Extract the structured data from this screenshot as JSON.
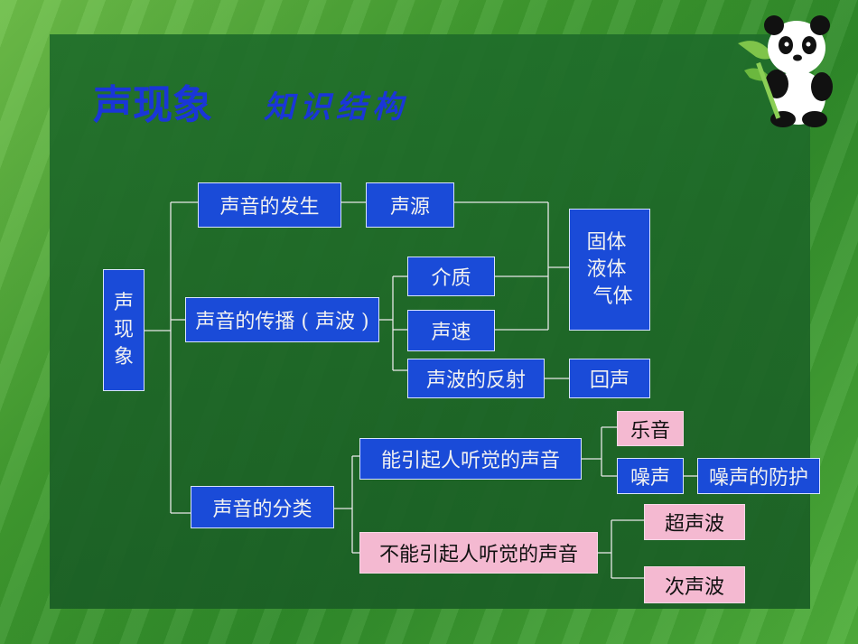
{
  "title": {
    "main": "声现象",
    "sub": "知识结构"
  },
  "nodes": {
    "root": "声\n现\n象",
    "generation": "声音的发生",
    "source": "声源",
    "media": "固体\n液体\n 气体",
    "propagation": "声音的传播 ( 声波 )",
    "medium": "介质",
    "speed": "声速",
    "reflection": "声波的反射",
    "echo": "回声",
    "classification": "声音的分类",
    "audible": "能引起人听觉的声音",
    "music": "乐音",
    "noise": "噪声",
    "noise_control": "噪声的防护",
    "inaudible": "不能引起人听觉的声音",
    "ultrasound": "超声波",
    "infrasound": "次声波"
  },
  "colors": {
    "node_blue": "#1a4bd8",
    "node_pink": "#f4b9d1",
    "title": "#1a36d8",
    "connector": "#e8e8e8"
  }
}
